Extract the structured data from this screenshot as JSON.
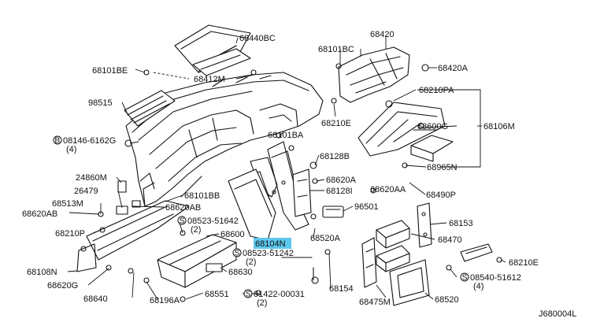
{
  "diagram": {
    "drawing_code": "J680004L",
    "highlight_color": "#5ec8ee",
    "callouts": {
      "c68440BC": "68440BC",
      "c68420": "68420",
      "c68101BC": "68101BC",
      "c68420A": "68420A",
      "c68101BE": "68101BE",
      "c68412M": "68412M",
      "c68210PA": "68210PA",
      "c98515": "98515",
      "c68210E_top": "68210E",
      "c68600G": "68600G",
      "c68106M": "68106M",
      "c08146_62G": "08146-6162G",
      "c08146_qty": "(4)",
      "c68101BA": "68101BA",
      "c68128B": "68128B",
      "c68965N": "68965N",
      "c24860M": "24860M",
      "c68620A": "68620A",
      "c68128I": "68128I",
      "c68620AA": "68620AA",
      "c68490P": "68490P",
      "c26479": "26479",
      "c68101BB": "68101BB",
      "c68513M": "68513M",
      "c68620AB_top": "68620AB",
      "c96501": "96501",
      "c68620AB_left": "68620AB",
      "c08523_51642": "08523-51642",
      "c08523_51642_qty": "(2)",
      "c68153": "68153",
      "c68210P": "68210P",
      "c68600": "68600",
      "c68520A": "68520A",
      "c68470": "68470",
      "c68104N": "68104N",
      "c08523_51242": "08523-51242",
      "c08523_51242_qty": "(2)",
      "c68210E_right": "68210E",
      "c68108N": "68108N",
      "c68630": "68630",
      "c68620G": "68620G",
      "c08540_51612": "08540-51612",
      "c08540_qty": "(4)",
      "c68154": "68154",
      "c68640": "68640",
      "c68196A": "68196A",
      "c68551": "68551",
      "c01422_00031": "01422-00031",
      "c01422_qty": "(2)",
      "c68475M": "68475M",
      "c68520": "68520"
    },
    "marks": {
      "bolt_b": "B",
      "screw_s": "S"
    }
  }
}
